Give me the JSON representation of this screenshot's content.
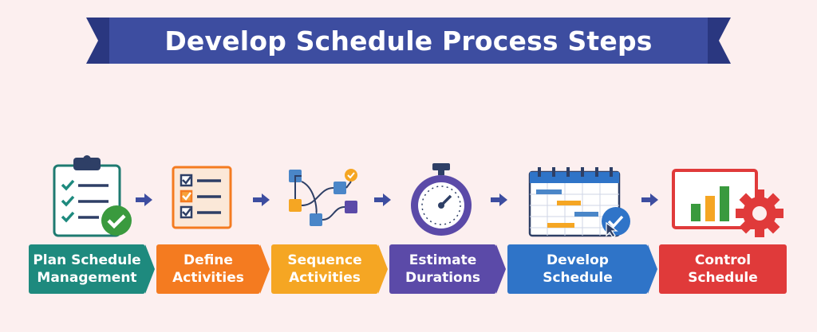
{
  "title": "Develop Schedule Process Steps",
  "colors": {
    "banner": "#3d4da0",
    "banner_dark": "#2a3780",
    "background": "#fcefef",
    "arrow": "#3d4da0"
  },
  "steps": [
    {
      "line1": "Plan Schedule",
      "line2": "Management",
      "color": "#1e8a7e",
      "icon": "checklist-clipboard-icon"
    },
    {
      "line1": "Define",
      "line2": "Activities",
      "color": "#f47b20",
      "icon": "task-list-icon"
    },
    {
      "line1": "Sequence",
      "line2": "Activities",
      "color": "#f5a623",
      "icon": "flow-network-icon"
    },
    {
      "line1": "Estimate",
      "line2": "Durations",
      "color": "#5b4aa8",
      "icon": "stopwatch-icon"
    },
    {
      "line1": "Develop",
      "line2": "Schedule",
      "color": "#2f74c8",
      "icon": "gantt-calendar-icon"
    },
    {
      "line1": "Control",
      "line2": "Schedule",
      "color": "#e03a3a",
      "icon": "chart-gear-icon"
    }
  ]
}
